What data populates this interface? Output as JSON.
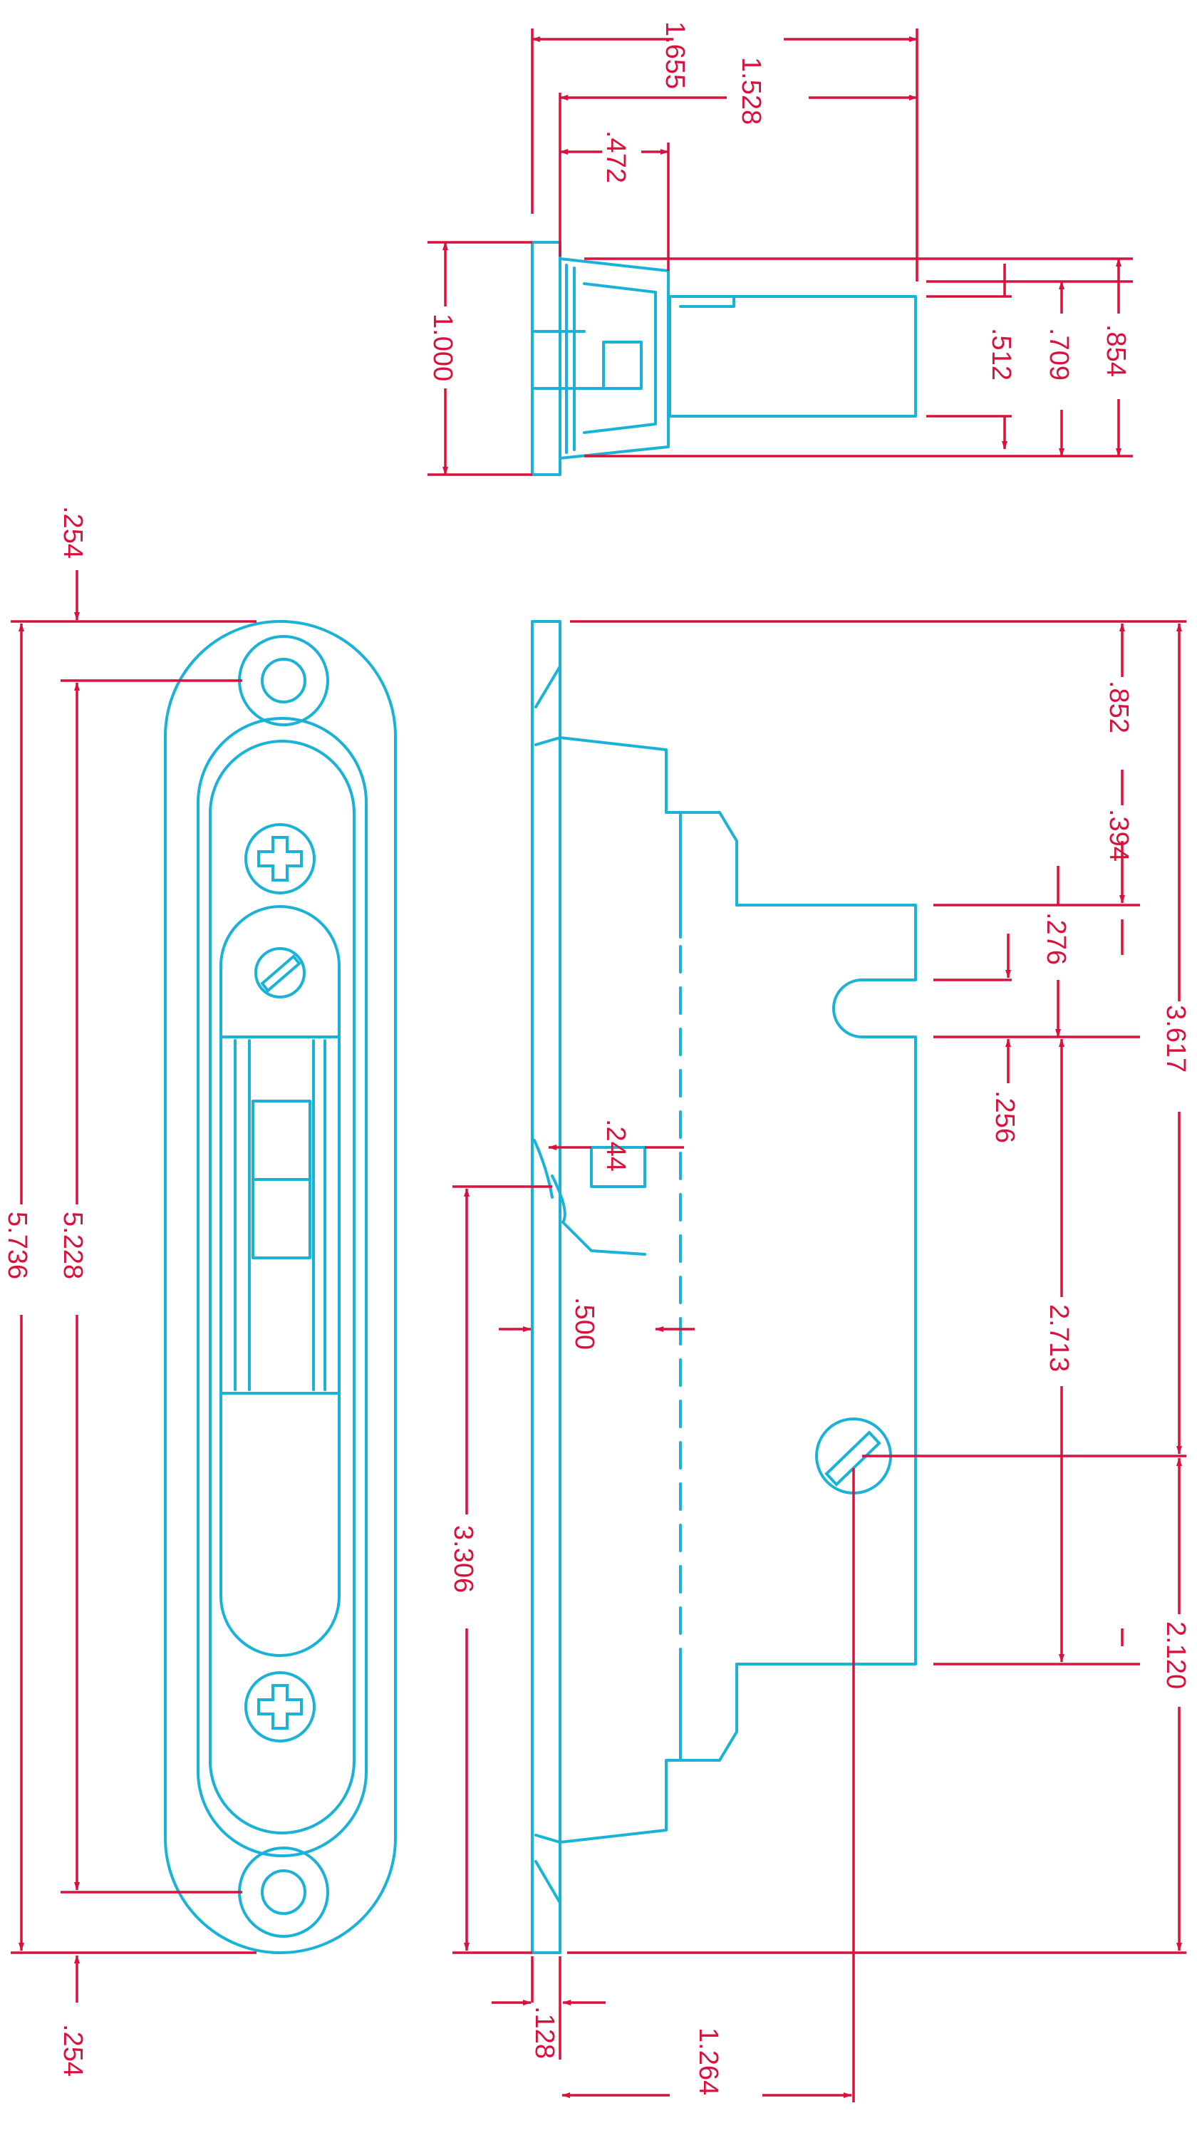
{
  "colors": {
    "part_outline": "#1ab2d6",
    "dimension": "#d8123c",
    "background": "#ffffff"
  },
  "icons": [
    "phillips-screw-icon",
    "slotted-screw-icon"
  ],
  "dimensions": {
    "top_overall_width": "1.655",
    "top_width_b": "1.528",
    "top_flange_offset": ".472",
    "top_height": "1.000",
    "top_right_a": ".512",
    "top_right_b": ".709",
    "top_right_c": ".854",
    "front_top_margin": ".254",
    "front_bottom_margin": ".254",
    "front_overall_height": "5.736",
    "front_hole_spacing": "5.228",
    "side_a": ".852",
    "side_b": ".394",
    "side_c": ".276",
    "side_d": ".256",
    "side_e": ".244",
    "side_f": ".500",
    "side_g": "2.713",
    "side_h": "3.617",
    "side_i": "3.306",
    "side_j": "2.120",
    "side_k": ".128",
    "side_l": "1.264"
  }
}
